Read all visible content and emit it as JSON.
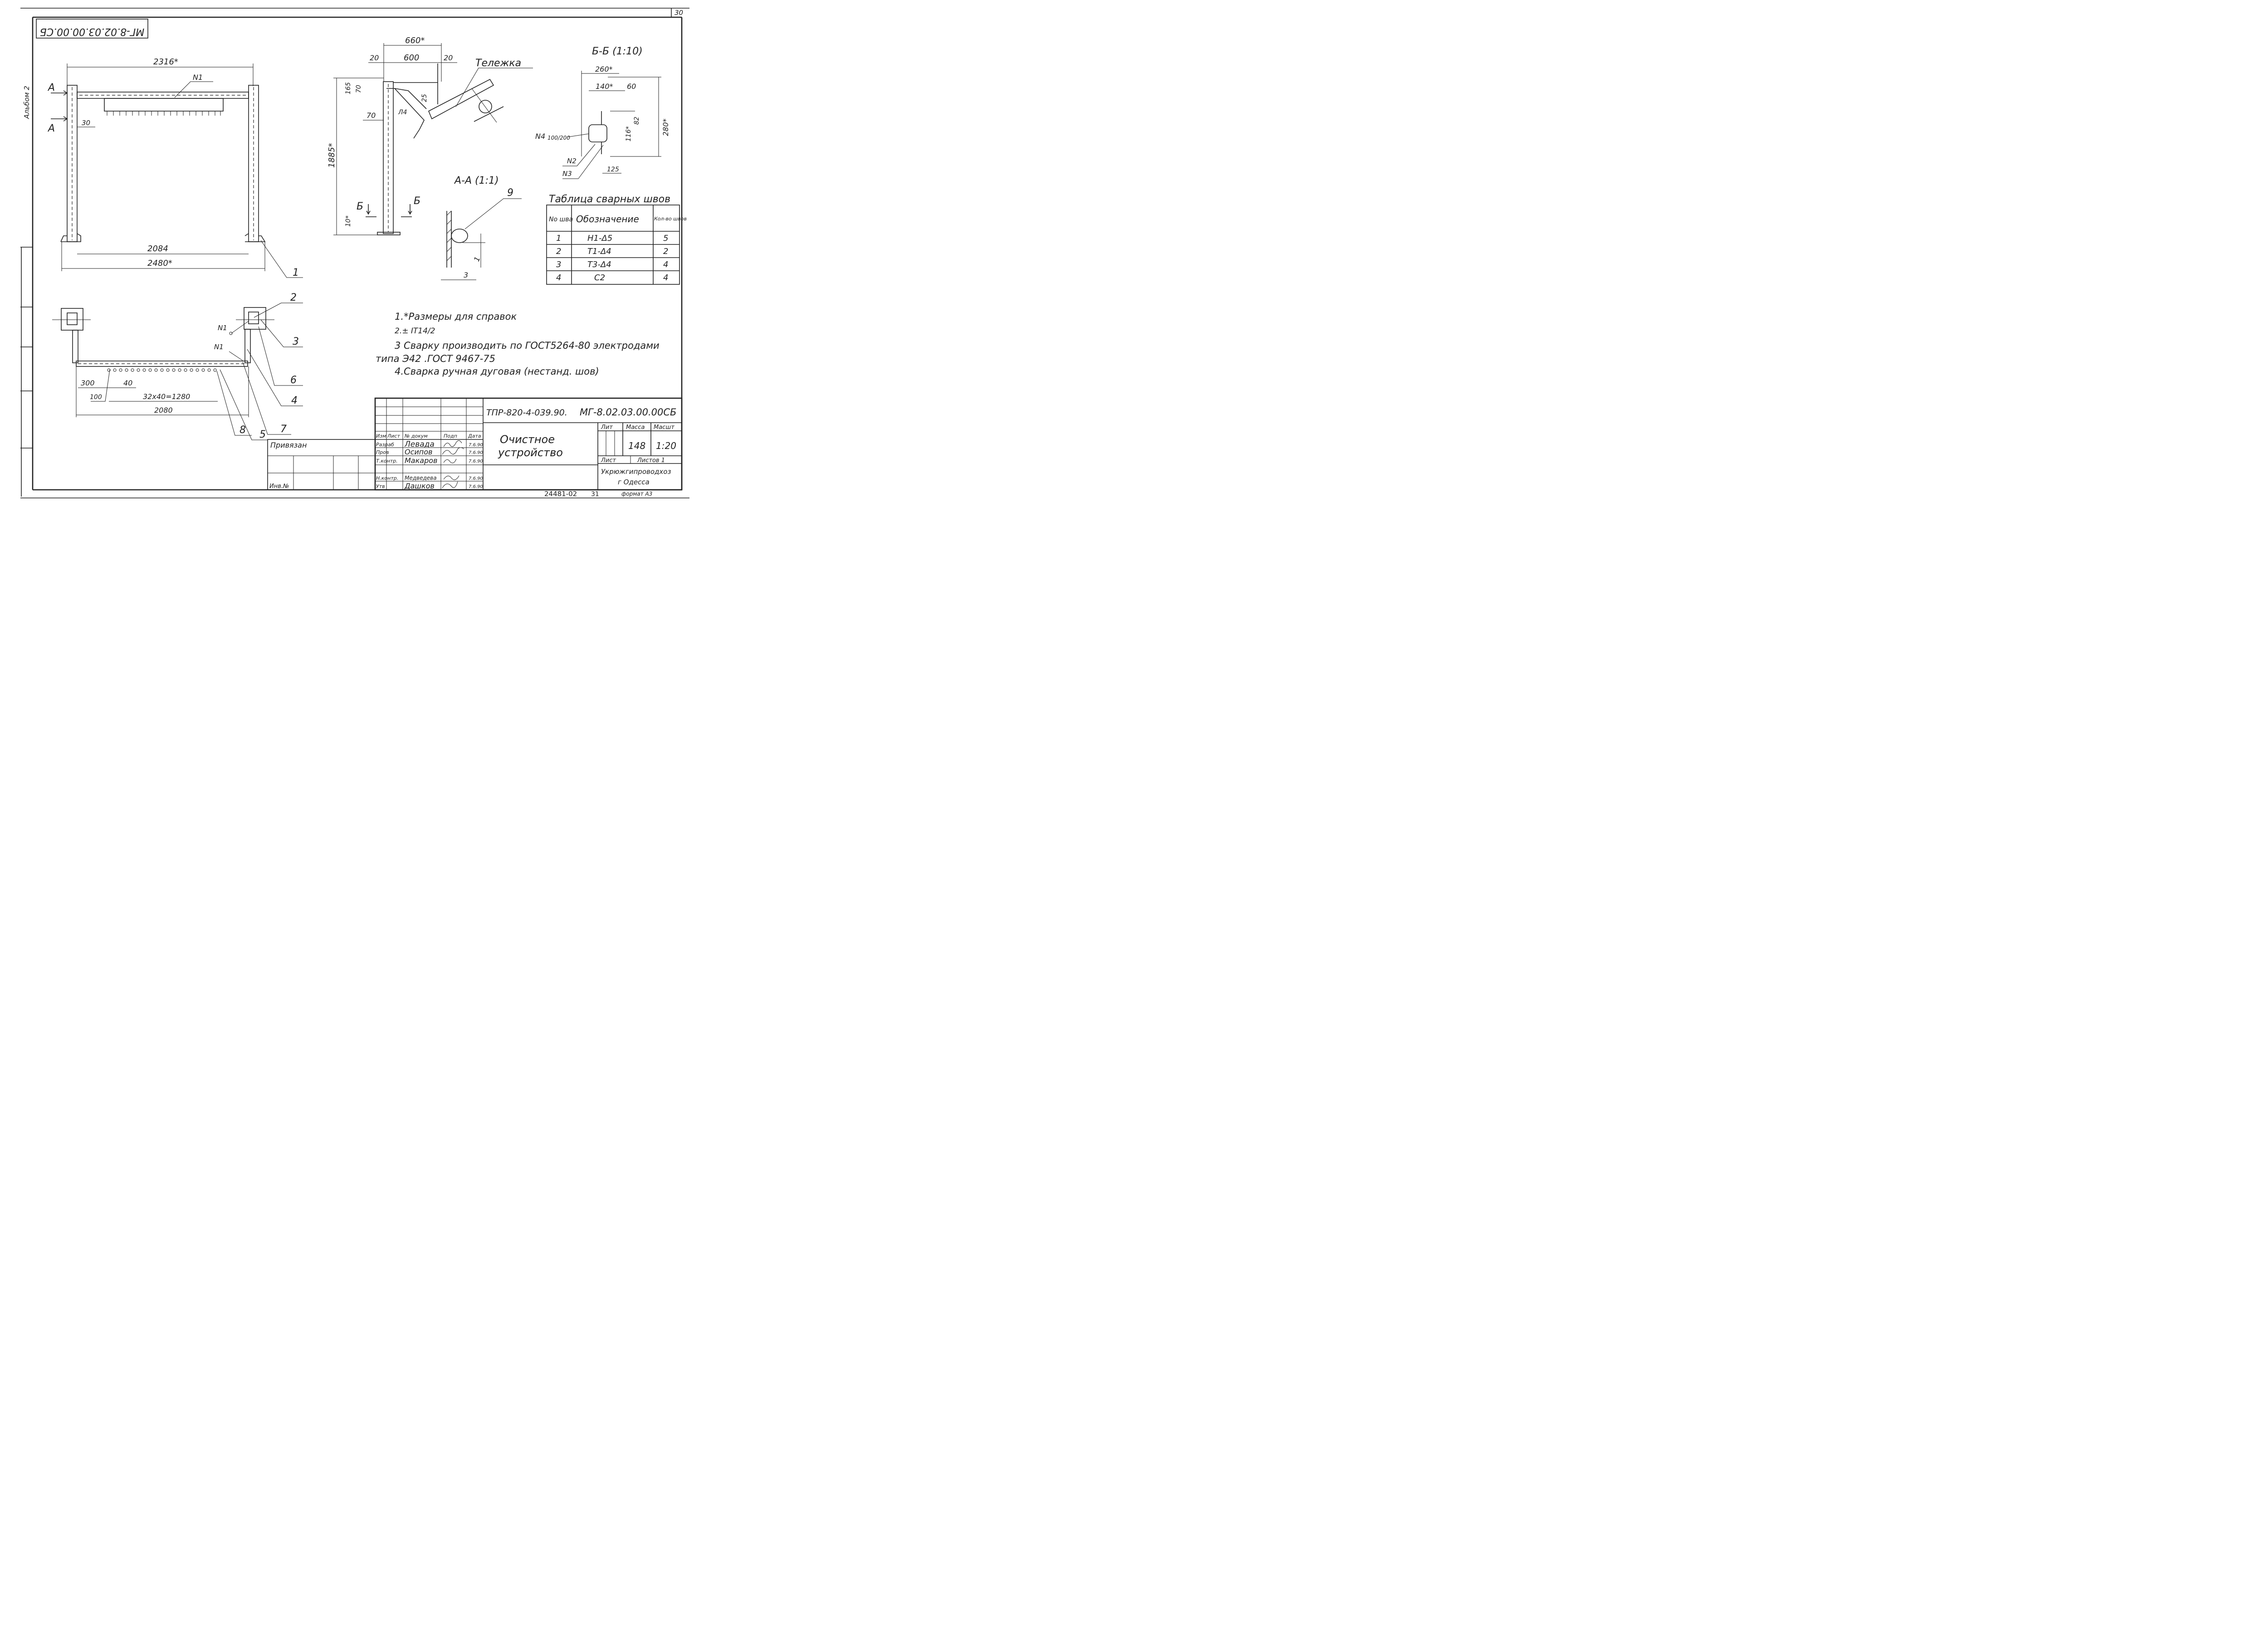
{
  "stamp_code": "МГ-8.02.03.00.00.СБ",
  "page_number": "30",
  "album_label": "Альбом 2",
  "bottom_number": "24481-02",
  "bottom_page": "31",
  "format": "формат А3",
  "front_view": {
    "dims": {
      "width_total": "2316*",
      "bottom_inner": "2084",
      "bottom_total": "2480*",
      "offset": "30"
    },
    "section_mark": "А",
    "part_label": "N1",
    "callout": "1"
  },
  "side_view": {
    "dims": {
      "top_total": "660*",
      "top_mid": "600",
      "left_gap": "20",
      "right_gap": "20",
      "d165": "165",
      "d70a": "70",
      "d25": "25",
      "d70b": "70",
      "height": "1885*",
      "d10": "10*"
    },
    "weld_mark": "Л4",
    "trolley_label": "Тележка",
    "section_mark": "Б"
  },
  "section_bb": {
    "title": "Б-Б (1:10)",
    "dims": {
      "w260": "260*",
      "w140": "140*",
      "w60": "60",
      "h82": "82",
      "h116": "116*",
      "h280": "280*",
      "w125": "125"
    },
    "labels": {
      "n4": "N4",
      "n4_frac": "100/200",
      "n2": "N2",
      "n3": "N3"
    }
  },
  "section_aa": {
    "title": "А-А (1:1)",
    "callout": "9",
    "dims": {
      "d1": "1",
      "d3": "3"
    }
  },
  "weld_table": {
    "title": "Таблица сварных швов",
    "headers": [
      "No шва",
      "Обозначение",
      "Кол-во швов"
    ],
    "rows": [
      [
        "1",
        "Н1-Δ5",
        "5"
      ],
      [
        "2",
        "Т1-Δ4",
        "2"
      ],
      [
        "3",
        "Т3-Δ4",
        "4"
      ],
      [
        "4",
        "С2",
        "4"
      ]
    ]
  },
  "plan_view": {
    "dims": {
      "d300": "300",
      "d40": "40",
      "d100": "100",
      "d32": "32х40=1280",
      "d2080": "2080"
    },
    "labels": {
      "n1a": "N1",
      "n1b": "N1"
    },
    "callouts": [
      "2",
      "3",
      "6",
      "4",
      "7",
      "5",
      "8"
    ]
  },
  "notes": [
    "1.*Размеры для справок",
    "2.± IT14/2",
    "3 Сварку производить по ГОСТ5264-80 электродами",
    "типа Э42 .ГОСТ 9467-75",
    "4.Сварка ручная дуговая (нестанд. шов)"
  ],
  "title_block": {
    "doc_code_left": "ТПР-820-4-039.90.",
    "doc_code_right": "МГ-8.02.03.00.00СБ",
    "title_line1": "Очистное",
    "title_line2": "устройство",
    "lit_label": "Лит",
    "mass_label": "Масса",
    "scale_label": "Масшт",
    "mass": "148",
    "scale": "1:20",
    "sheet_label": "Лист",
    "sheets_label": "Листов 1",
    "org_line1": "Укрюжгипроводхоз",
    "org_line2": "г Одесса",
    "privyazan": "Привязан",
    "inv": "Инв.№",
    "col_headers": [
      "Изм",
      "Лист",
      "№ докум",
      "Подп",
      "Дата"
    ],
    "rows": [
      {
        "role": "Разраб",
        "name": "Левада",
        "date": "7.6.90"
      },
      {
        "role": "Пров",
        "name": "Осипов",
        "date": "7.6.90"
      },
      {
        "role": "Т.контр.",
        "name": "Макаров",
        "date": "7.6.90"
      },
      {
        "role": "Н.контр.",
        "name": "Медведева",
        "date": "7.6.90"
      },
      {
        "role": "Утв",
        "name": "Дашков",
        "date": "7.6.90"
      }
    ]
  }
}
